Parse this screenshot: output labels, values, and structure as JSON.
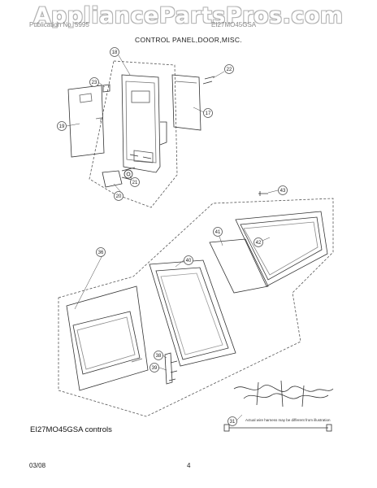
{
  "watermark": "AppliancePartsPros.com",
  "header": {
    "left_text": "Publication No. 5995",
    "right_text": "EI27MO45GSA"
  },
  "page_title": "CONTROL PANEL,DOOR,MISC.",
  "callouts": [
    "18",
    "23",
    "22",
    "19",
    "17",
    "21",
    "20",
    "43",
    "36",
    "40",
    "41",
    "42",
    "38",
    "39",
    "31"
  ],
  "caption": "EI27MO45GSA controls",
  "harness_note": "Actual wire harness may be different from illustration",
  "footer": {
    "date": "03/08",
    "page": "4"
  }
}
